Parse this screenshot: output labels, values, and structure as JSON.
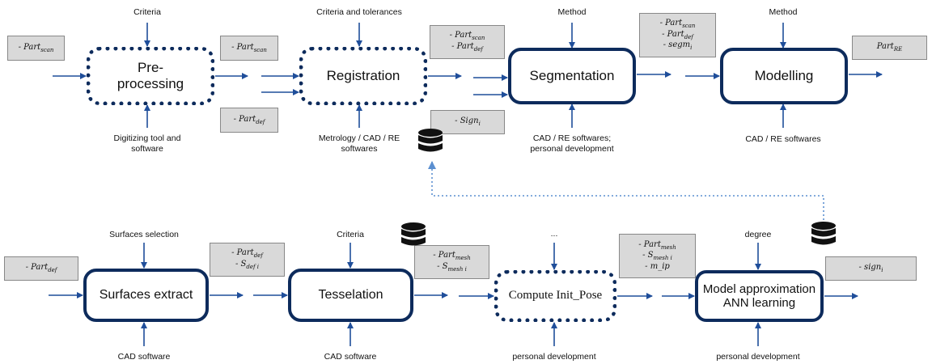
{
  "row1": {
    "preprocessing": {
      "title_lines": [
        "Pre-",
        "processing"
      ],
      "top_label": "Criteria",
      "bottom_label_lines": [
        "Digitizing tool and",
        "software"
      ],
      "input_note": [
        {
          "text": "- Part",
          "sub": "scan"
        }
      ]
    },
    "registration": {
      "title": "Registration",
      "top_label": "Criteria and tolerances",
      "bottom_label_lines": [
        "Metrology / CAD / RE",
        "softwares"
      ],
      "note_scan": [
        {
          "text": "- Part",
          "sub": "scan"
        }
      ],
      "note_def": [
        {
          "text": "- Part",
          "sub": "def"
        }
      ]
    },
    "segmentation": {
      "title": "Segmentation",
      "top_label": "Method",
      "bottom_label_lines": [
        "CAD / RE softwares;",
        "personal development"
      ],
      "input_note": [
        {
          "text": "- Part",
          "sub": "scan"
        },
        {
          "text": "- Part",
          "sub": "def"
        }
      ],
      "sign_note": [
        {
          "text": "- Sign",
          "sub": "i"
        }
      ]
    },
    "modelling": {
      "title": "Modelling",
      "top_label": "Method",
      "bottom_label": "CAD / RE softwares",
      "input_note": [
        {
          "text": "- Part",
          "sub": "scan"
        },
        {
          "text": "- Part",
          "sub": "def"
        },
        {
          "text": "- segm",
          "sub": "i"
        }
      ],
      "output_note": [
        {
          "text": "Part",
          "sub": "RE"
        }
      ]
    }
  },
  "row2": {
    "surfaces": {
      "title": "Surfaces extract",
      "top_label": "Surfaces selection",
      "bottom_label": "CAD software",
      "input_note": [
        {
          "text": "- Part",
          "sub": "def"
        }
      ]
    },
    "tesselation": {
      "title": "Tesselation",
      "top_label": "Criteria",
      "bottom_label": "CAD software",
      "input_note": [
        {
          "text": "- Part",
          "sub": "def"
        },
        {
          "text": "- S",
          "sub": "def i"
        }
      ]
    },
    "compute": {
      "title": "Compute Init_Pose",
      "top_label": "...",
      "bottom_label": "personal development",
      "input_note": [
        {
          "text": "- Part",
          "sub": "mesh"
        },
        {
          "text": "- S",
          "sub": "mesh i"
        }
      ]
    },
    "model_ann": {
      "title_lines": [
        "Model approximation",
        "ANN learning"
      ],
      "top_label": "degree",
      "bottom_label": "personal development",
      "input_note": [
        {
          "text": "- Part",
          "sub": "mesh"
        },
        {
          "text": "- S",
          "sub": "mesh i"
        },
        {
          "text": "- m_ip",
          "sub": ""
        }
      ],
      "output_note": [
        {
          "text": "- sign",
          "sub": "i"
        }
      ]
    }
  },
  "icons": [
    "database-icon",
    "database-icon",
    "database-icon"
  ],
  "colors": {
    "box_border": "#0d2b5c",
    "arrow": "#1f4e9a",
    "feedback": "#5b8fd0",
    "note_fill": "#d9d9d9"
  }
}
